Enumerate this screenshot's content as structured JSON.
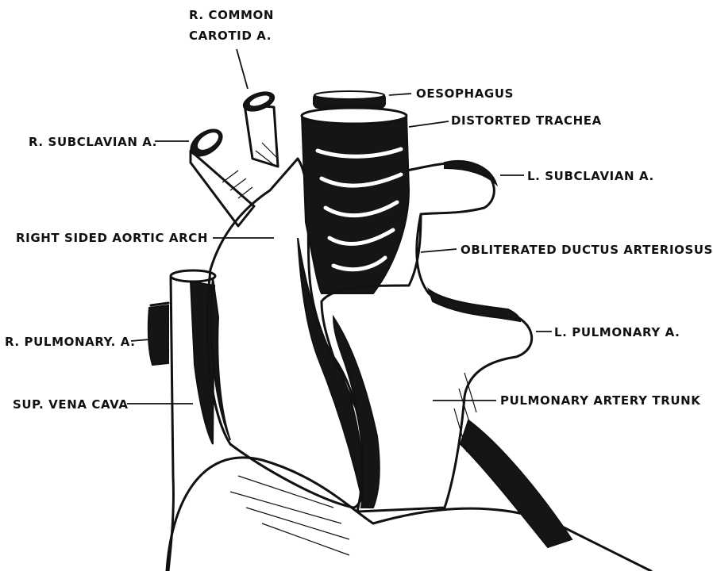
{
  "diagram": {
    "labels": {
      "r_common_carotid_line1": "R. COMMON",
      "r_common_carotid_line2": "CAROTID A.",
      "oesophagus": "OESOPHAGUS",
      "distorted_trachea": "DISTORTED TRACHEA",
      "r_subclavian": "R. SUBCLAVIAN A.",
      "l_subclavian": "L. SUBCLAVIAN A.",
      "right_sided_aortic_arch": "RIGHT SIDED AORTIC ARCH",
      "obliterated_ductus": "OBLITERATED DUCTUS ARTERIOSUS",
      "r_pulmonary": "R. PULMONARY. A.",
      "l_pulmonary": "L. PULMONARY A.",
      "sup_vena_cava": "SUP. VENA CAVA",
      "pulmonary_trunk": "PULMONARY ARTERY TRUNK"
    }
  }
}
